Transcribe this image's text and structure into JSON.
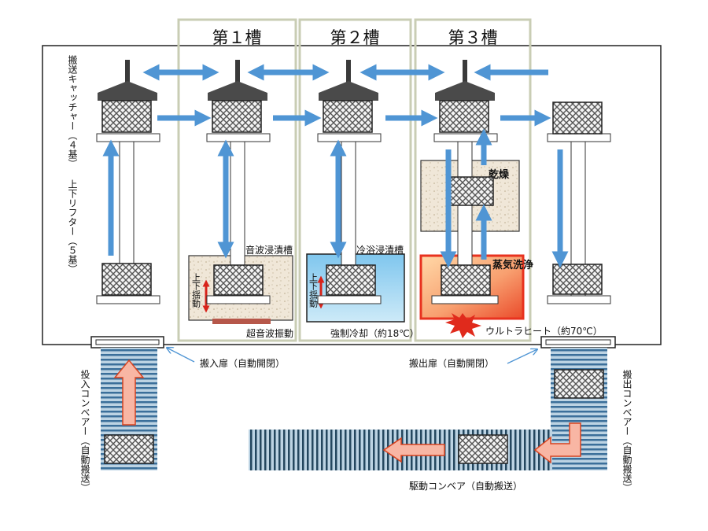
{
  "tanks": {
    "t1": "第１槽",
    "t2": "第２槽",
    "t3": "第３槽"
  },
  "left_labels": {
    "catcher": "搬送キャッチャー（４基）",
    "lifter": "上下リフター（５基）"
  },
  "process": {
    "ultrasonic_tank": "超音波浸漬槽",
    "ultrasonic_vibration": "超音波振動",
    "updown_swing": "上下揺動",
    "cold_bath_tank": "冷浴浸漬槽",
    "forced_cooling": "強制冷却（約18℃）",
    "drying": "乾燥",
    "steam_cleaning": "蒸気洗浄",
    "ultra_heat": "ウルトラヒート（約70℃）"
  },
  "doors": {
    "entry": "搬入扉（自動開閉）",
    "exit": "搬出扉（自動開閉）"
  },
  "conveyors": {
    "input": "投入コンベアー（自動搬送）",
    "output": "搬出コンベアー（自動搬送）",
    "drive": "駆動コンベア（自動搬送）"
  },
  "colors": {
    "arrow_blue": "#4f95d4",
    "tank_frame": "#c9cdb4",
    "cold_bath": "#5cb3e6",
    "steam_red": "#e8321f",
    "conveyor_stripe": "#3b6f9a"
  }
}
